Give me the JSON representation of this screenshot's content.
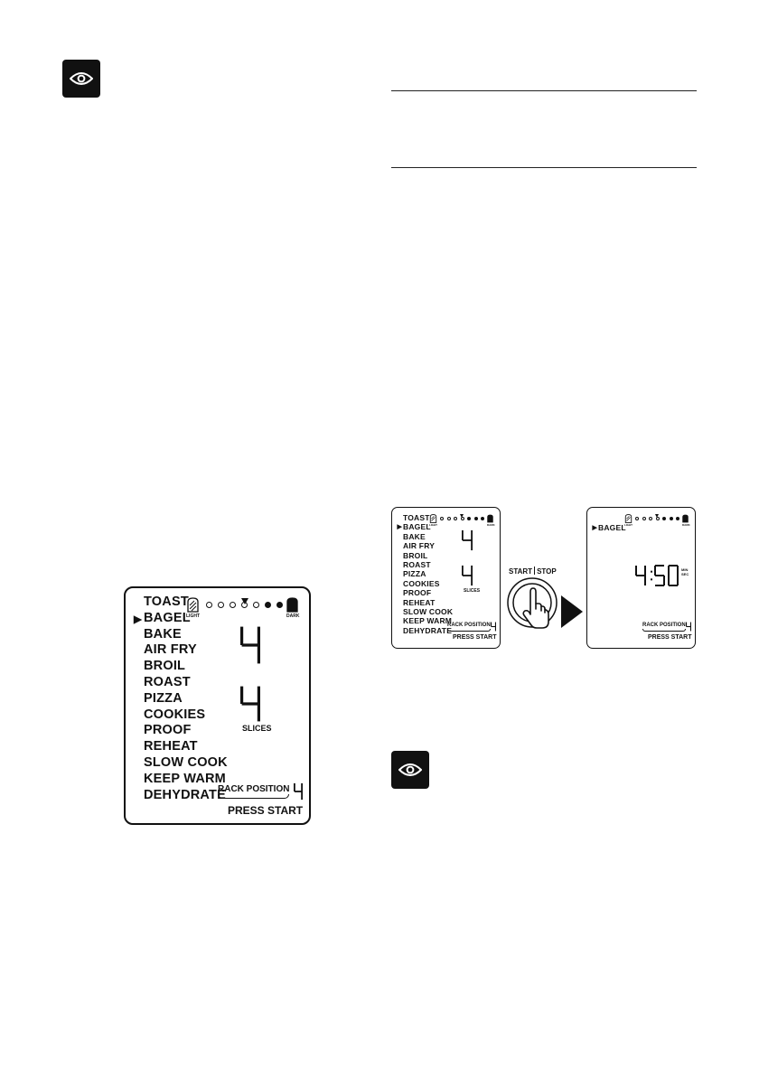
{
  "icons": {
    "top_left": "eye-icon",
    "bottom_right": "eye-icon",
    "button_hand": "pointing-hand-icon"
  },
  "large_panel": {
    "menu": [
      "TOAST",
      "BAGEL",
      "BAKE",
      "AIR FRY",
      "BROIL",
      "ROAST",
      "PIZZA",
      "COOKIES",
      "PROOF",
      "REHEAT",
      "SLOW COOK",
      "KEEP WARM",
      "DEHYDRATE"
    ],
    "selected": "BAGEL",
    "light_label": "LIGHT",
    "dark_label": "DARK",
    "shade_level": 4,
    "shade_dots": 7,
    "top_digit": "4",
    "slices_digit": "4",
    "slices_label": "SLICES",
    "rack_label": "RACK POSITION",
    "rack_digit": "4",
    "press_start": "PRESS START"
  },
  "small_panel_left": {
    "menu": [
      "TOAST",
      "BAGEL",
      "BAKE",
      "AIR FRY",
      "BROIL",
      "ROAST",
      "PIZZA",
      "COOKIES",
      "PROOF",
      "REHEAT",
      "SLOW COOK",
      "KEEP WARM",
      "DEHYDRATE"
    ],
    "selected": "BAGEL",
    "light_label": "LIGHT",
    "dark_label": "DARK",
    "top_digit": "4",
    "slices_digit": "4",
    "slices_label": "SLICES",
    "rack_label": "RACK POSITION",
    "rack_digit": "4",
    "press_start": "PRESS START"
  },
  "button": {
    "label_left": "START",
    "label_right": "STOP"
  },
  "small_panel_right": {
    "selected": "BAGEL",
    "light_label": "LIGHT",
    "dark_label": "DARK",
    "time": "4:50",
    "unit_top": "MIN",
    "unit_bottom": "SEC",
    "rack_label": "RACK POSITION",
    "rack_digit": "4",
    "press_start": "PRESS START"
  },
  "colors": {
    "ink": "#111111",
    "paper": "#ffffff"
  }
}
